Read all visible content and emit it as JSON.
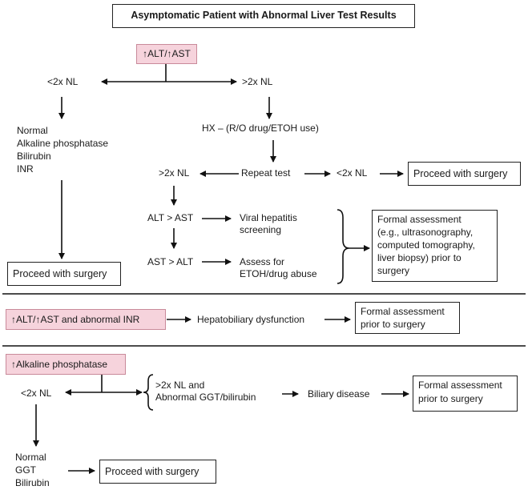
{
  "title": "Asymptomatic Patient with Abnormal Liver Test Results",
  "section1": {
    "start": "↑ALT/↑AST",
    "lt2x": "<2x NL",
    "gt2x": ">2x NL",
    "normal_list": "Normal\n  Alkaline phosphatase\n  Bilirubin\n  INR",
    "proceed_left": "Proceed with surgery",
    "hx": "HX – (R/O drug/ETOH use)",
    "repeat": "Repeat test",
    "gt2x_repeat": ">2x NL",
    "lt2x_repeat": "<2x NL",
    "proceed_right": "Proceed with surgery",
    "alt_gt_ast": "ALT > AST",
    "ast_gt_alt": "AST > ALT",
    "viral": "Viral hepatitis\nscreening",
    "assess": "Assess for\nETOH/drug abuse",
    "formal": "Formal assessment\n(e.g., ultrasonography,\ncomputed tomography,\nliver biopsy) prior to\nsurgery"
  },
  "section2": {
    "start": "↑ALT/↑AST and abnormal INR",
    "hepatobiliary": "Hepatobiliary dysfunction",
    "formal": "Formal assessment\nprior to surgery"
  },
  "section3": {
    "start": "↑Alkaline phosphatase",
    "lt2x": "<2x NL",
    "gt2x_ggt": ">2x NL and\nAbnormal GGT/bilirubin",
    "biliary": "Biliary disease",
    "formal": "Formal assessment\nprior to surgery",
    "normal_list": "Normal\n  GGT\n  Bilirubin",
    "proceed": "Proceed with surgery"
  }
}
